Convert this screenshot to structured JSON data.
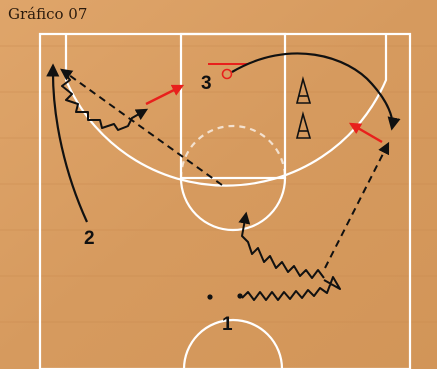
{
  "caption": "Gráfico 07",
  "players": [
    {
      "number": "1"
    },
    {
      "number": "2"
    },
    {
      "number": "3"
    }
  ],
  "colors": {
    "floor": "#d9a066",
    "court_lines": "#ffffff",
    "movement": "#111111",
    "highlight_arrow": "#e8201c",
    "basket": "#e8201c"
  },
  "icons": [
    "cone-icon",
    "cone-icon"
  ]
}
